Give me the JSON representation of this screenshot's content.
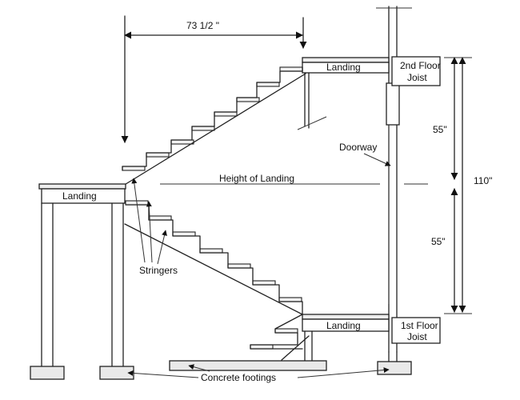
{
  "labels": {
    "top_span": "73 1/2 \"",
    "landing_upper": "Landing",
    "landing_mid": "Landing",
    "landing_lower": "Landing",
    "second_floor_joist_1": "2nd Floor",
    "second_floor_joist_2": "Joist",
    "first_floor_joist_1": "1st Floor",
    "first_floor_joist_2": "Joist",
    "doorway": "Doorway",
    "height_of_landing": "Height of Landing",
    "stringers": "Stringers",
    "concrete_footings": "Concrete footings",
    "dim_upper": "55\"",
    "dim_lower": "55\"",
    "dim_total": "110\""
  }
}
